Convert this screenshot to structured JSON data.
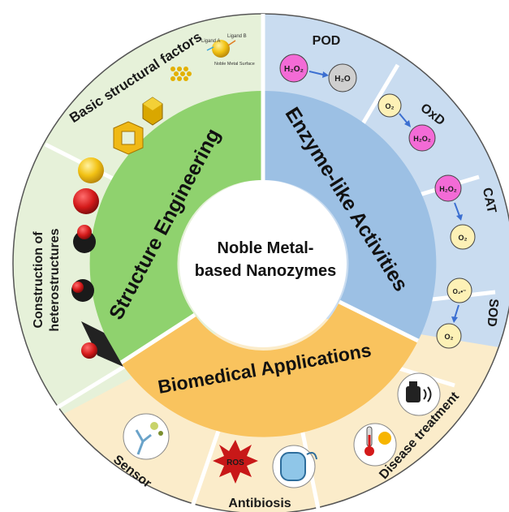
{
  "center": {
    "line1": "Noble Metal-",
    "line2": "based Nanozymes"
  },
  "themes": {
    "structure": "Structure Engineering",
    "enzyme": "Enzyme-like Activities",
    "biomedical": "Biomedical Applications"
  },
  "structure_segments": {
    "basic": "Basic structural factors",
    "hetero_line1": "Construction of",
    "hetero_line2": "heterostructures"
  },
  "enzyme_segments": {
    "pod": "POD",
    "oxd": "OxD",
    "cat": "CAT",
    "sod": "SOD"
  },
  "chem": {
    "h2o2": "H₂O₂",
    "h2o": "H₂O",
    "o2": "O₂",
    "o2_radical": "O₂•⁻"
  },
  "basic_icon_text": {
    "ligand_a": "Ligand A",
    "ligand_b": "Ligand B",
    "noble_surface": "Noble Metal Surface"
  },
  "bio_segments": {
    "sensor": "Sensor",
    "antibiosis": "Antibiosis",
    "disease": "Disease treatment"
  },
  "bio_icon_text": {
    "ros": "ROS"
  },
  "colors": {
    "structure_ring": "#8fd26e",
    "structure_outer": "#e6f1d9",
    "enzyme_ring": "#9cc0e4",
    "enzyme_outer": "#c9dcf0",
    "bio_ring": "#f9c35e",
    "bio_outer": "#fbecca",
    "pink": "#f36bd6",
    "yellow_circle": "#fdf1b6",
    "gray_circle": "#cfcfcf",
    "arrow": "#3b6fd1"
  }
}
